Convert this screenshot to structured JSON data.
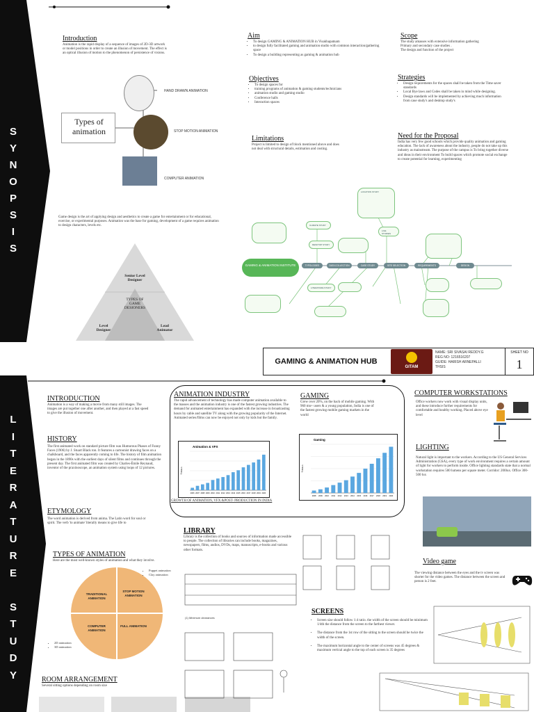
{
  "synopsis": {
    "band_letters": [
      "S",
      "Y",
      "N",
      "O",
      "P",
      "S",
      "I",
      "S"
    ],
    "introduction": {
      "title": "Introduction",
      "text": "Animation is the rapid display of a sequence of images of 2D-3D artwork or model positions in order to create an illusion of movement. The effect is an optical illusion of motion to the phenomenon of persistence of visions."
    },
    "types": {
      "title": "Types of animation",
      "items": [
        "HAND DRAWN ANIMATION",
        "STOP MOTION ANIMATION",
        "COMPUTER ANIMATION"
      ]
    },
    "game_design": "Game design is the art of applying design and aesthetics to create a game for entertainment or for educational, exercise, or experimental purposes. Animation was the base for gaming, development of a game requires animation to design characters, levels etc.",
    "pyramid": {
      "top": "Senior Level Designer",
      "middle": "TYPES OF GAME DESIONERS",
      "left": "Level Designer",
      "right": "Lead Animator"
    },
    "aim": {
      "title": "Aim",
      "items": [
        "To design GAMING & ANIMATION HUB in Visakhapatnam",
        "to design fully facilitated gaming and animation studio with common interaction/gathering space",
        "To design a building representing as gaming & animation hub"
      ]
    },
    "scope": {
      "title": "Scope",
      "lines": [
        "The study amasses with extensive information gathering",
        "Primary and secondary case studies .",
        "The design and function of the project"
      ]
    },
    "objectives": {
      "title": "Objectives",
      "items": [
        "To design spaces for",
        "training programs of animation & gaming students/technicians",
        "animation studio and gaming studio",
        "Conference halls",
        "Interaction spaces"
      ]
    },
    "strategies": {
      "title": "Strategies",
      "items": [
        "Design requirements for the spaces shall be taken from the Time saver standards",
        "Local Bye laws and Codes shall be taken in mind while designing.",
        "Design standards will be implemented by achieving much information from case study's and desktop study's"
      ]
    },
    "limitations": {
      "title": "Limitations",
      "text": "Project is limited to design of block mentioned above and does not deal with structural details, estimation and costing."
    },
    "need": {
      "title": "Need for the Proposal",
      "text": "India has very few good schools which provide quality animation and gaming education. The lack of awareness about the industry, people do not take up this industry as mainstream. The purpose of the campus is To bring together diverse and ideas in their environment To build spaces which promote social exchange to create potential for learning, experimenting"
    },
    "mindmap": {
      "center": "GAMING & ANIMATION INSTITUTE",
      "spine": [
        "TYPOLOGIES",
        "DATA COLLECTION",
        "CASE STUDY",
        "SITE SELECTION",
        "REQUIREMENTS",
        "DESIGN"
      ],
      "nodes": [
        "LOCATION STUDY",
        "CLIMATE STUDY",
        "LITERATURE STUDY",
        "DESKTOP STUDY",
        "LIVE STUDIES"
      ]
    }
  },
  "title_block": {
    "project": "GAMING & ANIMATION HUB",
    "logo_text": "GITAM",
    "name": "NAME: SRI SIVASAI REDDY.G",
    "reg": "REG NO: 1216516207",
    "guide": "GUIDE: HARISH ARNEPALLI",
    "thesis": "THSIS",
    "sheet_label": "SHEET NO",
    "sheet_no": "1"
  },
  "literature": {
    "band_letters": [
      "L",
      "I",
      "T",
      "E",
      "R",
      "A",
      "T",
      "U",
      "R",
      "E",
      "",
      "S",
      "T",
      "U",
      "D",
      "Y"
    ],
    "introduction": {
      "title": "INTRODUCTION",
      "text": "Animation is a way of making a movie from many still images. The images are put together one after another, and then played at a fast speed to give the illusion of movement."
    },
    "history": {
      "title": "HISTORY",
      "text": "The first animated work on standard picture film was Humorous Phases of Funny Faces (1906) by J. Stuart Black ton. It features a cartoonist drawing faces on a chalkboard, and the faces apparently coming to life. The history of film animation began in the 1890s with the earliest days of silent films and continues through the present day. The first animated film was created by Charles-Émile Reynaud, inventor of the praxinoscope, an animation system using loops of 12 pictures."
    },
    "etymology": {
      "title": "ETYMOLOGY",
      "text": "The word animation is derived from anima. The Latin word for soul or spirit. The verb 'to animate' literally means to give life to"
    },
    "types": {
      "title": "TYPES OF ANIMATION",
      "text": "Here are the most well-known styles of animation and what they involve.",
      "quadrants": [
        "TRADITIONAL ANIMATION",
        "STOP MOTION ANIMATION",
        "COMPUTER ANIMATION",
        "FULL ANIMATION"
      ],
      "notes_right": [
        "Puppet animation",
        "Clay animation"
      ],
      "notes_left": [
        "2D animation",
        "3D animation"
      ]
    },
    "room": {
      "title": "ROOM ARRANGEMENT",
      "text": "Several sitting options depending on room size"
    },
    "industry": {
      "title": "ANIMATION INDUSTRY",
      "text": "The rapid advancement of technology has made computer animation available to the masses and the animation industry is one of the fastest growing industries. The demand for animated entertainment has expanded with the increase in broadcasting hours by cable and satellite TV along with the growing popularity of the Internet. Animated series/films can now be enjoyed not only by kids but the family.",
      "caption": "GROWTH OF ANIMATION, VFX &POST- PRODUCTION IN INDIA"
    },
    "gaming": {
      "title": "GAMING",
      "text": "Grew over 20%, on the back of mobile gaming. With 960 mn+ users & a young population, India is one of the fastest growing mobile gaming markets in the world"
    },
    "workstations": {
      "title": "COMPUTER WORKSTATIONS",
      "text": "Office workers now work with visual display units, and these introduce further requirements for comfortable and healthy working. Placed above eye level"
    },
    "lighting": {
      "title": "LIGHTING",
      "text": "Natural light is important to the workers. According to the US General Services Administration (GSA), every type of work environment requires a certain amount of light for workers to perform inside. Office lighting standards state that a normal workstation requires 500 lumens per square meter. Corridor: 200lux. Office 300-500 lux"
    },
    "library": {
      "title": "LIBRARY",
      "text": "Library is the collection of books and sources of information made accessible to people. The collection of libraries can include books, magazines, newspapers, films, audios, DVDs, maps, manuscripts, e-books and various other formats."
    },
    "video_game": {
      "title": "Video game",
      "text": "The viewing distance between the eyes and the tv screen was shorter for the video games. The distance between the screen and person is 2 feet."
    },
    "screens": {
      "title": "SCREENS",
      "items": [
        "Screen size should follow 1:4 ratio. the width of the screen should be minimum 1/4th the distance from the screen to the farthest viewer.",
        "The distance from the 1st row of the sitting to the screen should be twice the width of the screen.",
        "The maximum horizontal angle to the center of screens was 45 degrees & maximum vertical angle to the top of each screen is 35 degrees"
      ]
    }
  },
  "chart_data": [
    {
      "type": "bar",
      "title": "Animation & VFX",
      "ylabel": "₹ Billion",
      "categories": [
        "2006",
        "2007",
        "2008",
        "2009",
        "2010",
        "2011",
        "2012",
        "2013",
        "2014",
        "2015",
        "2016",
        "2017",
        "2018",
        "2019",
        "2020"
      ],
      "values": [
        5,
        9,
        12,
        15,
        21,
        24,
        27,
        31,
        37,
        41,
        47,
        52,
        57,
        63,
        73
      ],
      "ylim": [
        0,
        80
      ]
    },
    {
      "type": "bar",
      "title": "Gaming",
      "ylabel": "₹ Billion",
      "categories": [
        "2008",
        "2009",
        "2010",
        "2011",
        "2012",
        "2013",
        "2014",
        "2015",
        "2016",
        "2017",
        "2018",
        "2019",
        "2020"
      ],
      "values": [
        4,
        6,
        9,
        13,
        17,
        21,
        27,
        33,
        40,
        48,
        57,
        66,
        76
      ],
      "ylim": [
        0,
        80
      ]
    }
  ]
}
